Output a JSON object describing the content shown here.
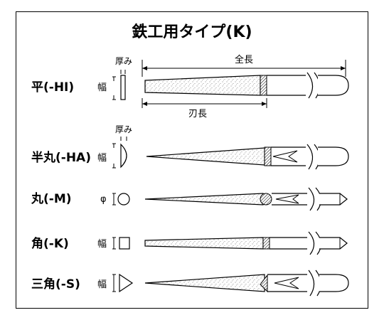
{
  "title": "鉄工用タイプ(K)",
  "dimension_labels": {
    "thickness": "厚み",
    "overall_length": "全長",
    "blade_length": "刃長"
  },
  "rows": [
    {
      "label": "平(-HI)",
      "size_symbol": "幅",
      "shape": "flat"
    },
    {
      "label": "半丸(-HA)",
      "size_symbol": "幅",
      "shape": "half-round"
    },
    {
      "label": "丸(-M)",
      "size_symbol": "φ",
      "shape": "round"
    },
    {
      "label": "角(-K)",
      "size_symbol": "幅",
      "shape": "square"
    },
    {
      "label": "三角(-S)",
      "size_symbol": "幅",
      "shape": "triangle"
    }
  ]
}
